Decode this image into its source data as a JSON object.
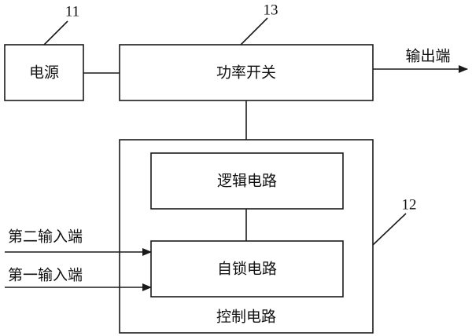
{
  "blocks": {
    "power": "电源",
    "power_switch": "功率开关",
    "logic_circuit": "逻辑电路",
    "self_lock_circuit": "自锁电路",
    "control_circuit": "控制电路"
  },
  "terminals": {
    "output": "输出端",
    "second_input": "第二输入端",
    "first_input": "第一输入端"
  },
  "reference_numbers": {
    "power": "11",
    "control_circuit": "12",
    "power_switch": "13"
  },
  "colors": {
    "line": "#1a1a1a",
    "background": "#ffffff"
  }
}
